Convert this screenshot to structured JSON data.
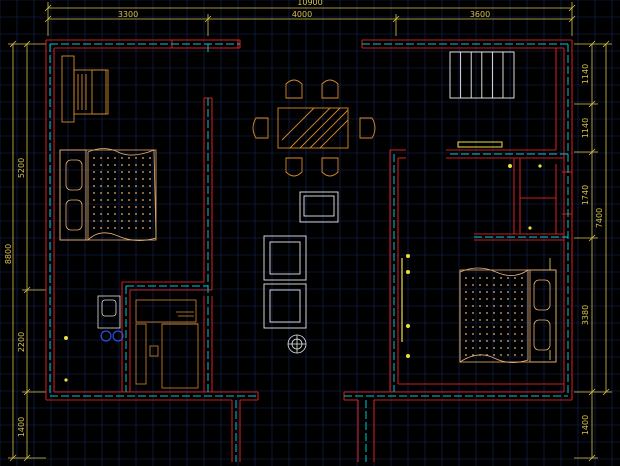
{
  "colors": {
    "background": "#000000",
    "grid": "#17275a",
    "dimension": "#d9c24a",
    "wall": "#c81e1e",
    "axis": "#00c8c8",
    "furniture": "#d8892a",
    "fixture": "#e0e0e0",
    "hatch": "#f0f0f0"
  },
  "dimensions": {
    "top_overall": "10900",
    "top_segments": [
      "3300",
      "4000",
      "3600"
    ],
    "left_overall": "8800",
    "left_segments": [
      "5200",
      "2200",
      "1400"
    ],
    "right_overall": "7400",
    "right_segments": [
      "1140",
      "1140",
      "1740",
      "3380",
      "1400"
    ]
  },
  "icons": {
    "bed": "double-bed-icon",
    "dining": "dining-table-icon",
    "sofa": "armchair-icon",
    "stairs": "staircase-icon",
    "toilet": "toilet-icon",
    "washbasin": "washbasin-icon",
    "desk": "desk-icon",
    "plant": "plant-pot-icon"
  }
}
